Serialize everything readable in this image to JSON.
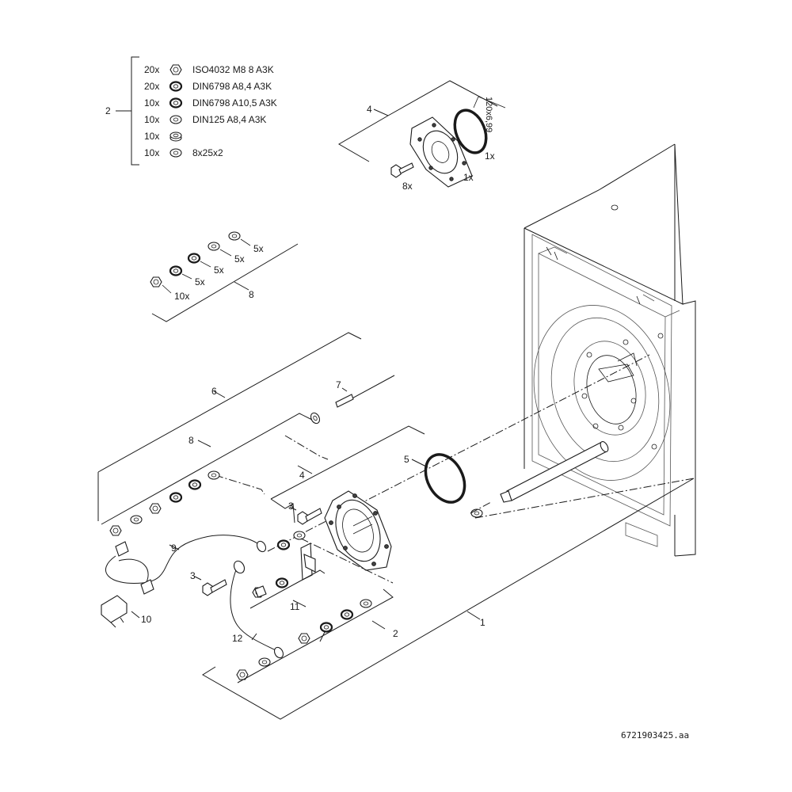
{
  "figure_id": "6721903425.aa",
  "callouts": {
    "c1": "1",
    "c2_top": "2",
    "c2_bottom": "2",
    "c3_upper": "3",
    "c3_lower": "3",
    "c4_top": "4",
    "c4_mid": "4",
    "c5": "5",
    "c6": "6",
    "c7": "7",
    "c8_top": "8",
    "c8_left": "8",
    "c9": "9",
    "c10": "10",
    "c11": "11",
    "c12": "12"
  },
  "hardware_list": [
    {
      "qty": "20x",
      "icon": "hex-nut-icon",
      "spec": "ISO4032 M8 8 A3K"
    },
    {
      "qty": "20x",
      "icon": "spring-washer-icon",
      "spec": "DIN6798 A8,4 A3K"
    },
    {
      "qty": "10x",
      "icon": "spring-washer-icon",
      "spec": "DIN6798 A10,5 A3K"
    },
    {
      "qty": "10x",
      "icon": "flat-washer-icon",
      "spec": "DIN125 A8,4 A3K"
    },
    {
      "qty": "10x",
      "icon": "insulating-washer-icon",
      "spec": ""
    },
    {
      "qty": "10x",
      "icon": "flat-washer-icon",
      "spec": "8x25x2"
    }
  ],
  "flange_kit": {
    "gasket_size": "120x6,99",
    "gasket_qty": "1x",
    "flange_qty": "1x",
    "bolt_qty": "8x"
  },
  "washer_kit": {
    "nut_qty": "10x",
    "qty_a": "5x",
    "qty_b": "5x",
    "qty_c": "5x",
    "qty_d": "5x"
  }
}
